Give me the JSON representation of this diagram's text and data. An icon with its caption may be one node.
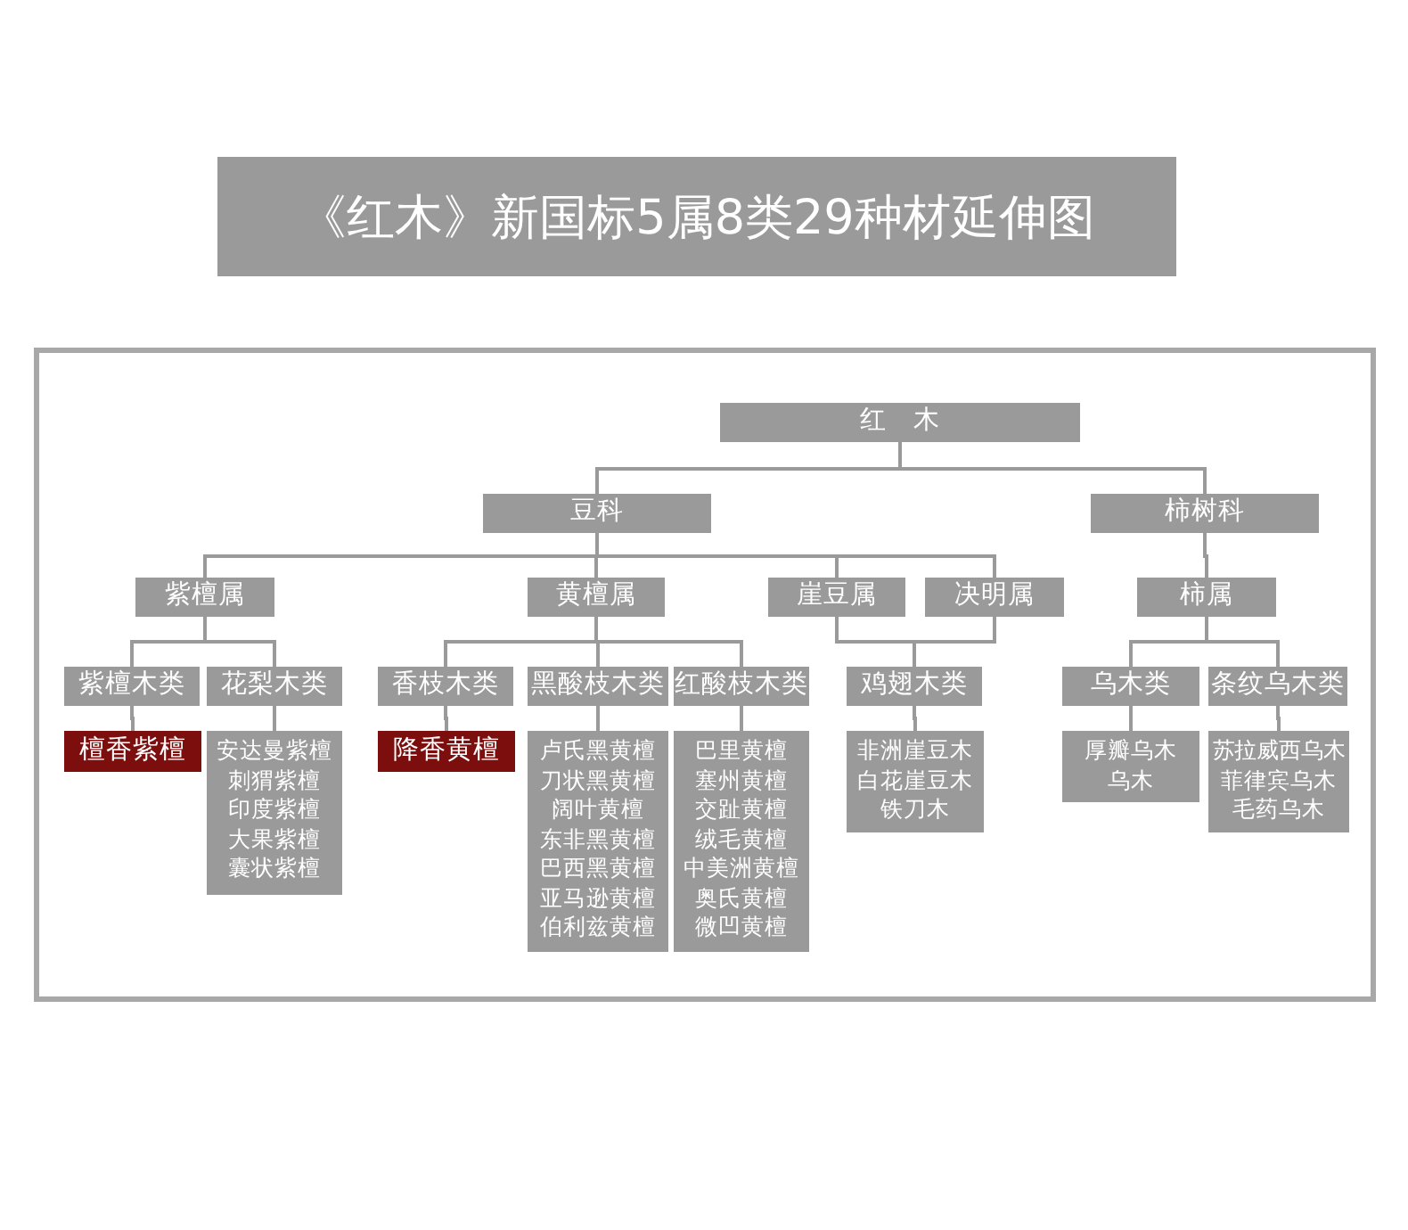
{
  "diagram": {
    "title": "《红木》新国标5属8类29种材延伸图",
    "nodes": [
      {
        "text": [
          "红　木"
        ]
      },
      {
        "text": [
          "豆科"
        ]
      },
      {
        "text": [
          "柿树科"
        ]
      },
      {
        "text": [
          "紫檀属"
        ]
      },
      {
        "text": [
          "黄檀属"
        ]
      },
      {
        "text": [
          "崖豆属"
        ]
      },
      {
        "text": [
          "决明属"
        ]
      },
      {
        "text": [
          "柿属"
        ]
      },
      {
        "text": [
          "紫檀木类"
        ]
      },
      {
        "text": [
          "花梨木类"
        ]
      },
      {
        "text": [
          "香枝木类"
        ]
      },
      {
        "text": [
          "黑酸枝木类"
        ]
      },
      {
        "text": [
          "红酸枝木类"
        ]
      },
      {
        "text": [
          "鸡翅木类"
        ]
      },
      {
        "text": [
          "乌木类"
        ]
      },
      {
        "text": [
          "条纹乌木类"
        ]
      },
      {
        "text": [
          "檀香紫檀"
        ]
      },
      {
        "text": [
          "安达曼紫檀",
          "刺猬紫檀",
          "印度紫檀",
          "大果紫檀",
          "囊状紫檀"
        ]
      },
      {
        "text": [
          "降香黄檀"
        ]
      },
      {
        "text": [
          "卢氏黑黄檀",
          "刀状黑黄檀",
          "阔叶黄檀",
          "东非黑黄檀",
          "巴西黑黄檀",
          "亚马逊黄檀",
          "伯利兹黄檀"
        ]
      },
      {
        "text": [
          "巴里黄檀",
          "塞州黄檀",
          "交趾黄檀",
          "绒毛黄檀",
          "中美洲黄檀",
          "奥氏黄檀",
          "微凹黄檀"
        ]
      },
      {
        "text": [
          "非洲崖豆木",
          "白花崖豆木",
          "铁刀木"
        ]
      },
      {
        "text": [
          "厚瓣乌木",
          "乌木"
        ]
      },
      {
        "text": [
          "苏拉威西乌木",
          "菲律宾乌木",
          "毛药乌木"
        ]
      }
    ],
    "edges": [
      {
        "from": 0,
        "to": 1,
        "arrow": "none"
      },
      {
        "from": 0,
        "to": 2,
        "arrow": "none"
      },
      {
        "from": 1,
        "to": 3,
        "arrow": "none"
      },
      {
        "from": 1,
        "to": 4,
        "arrow": "none"
      },
      {
        "from": 1,
        "to": 5,
        "arrow": "none"
      },
      {
        "from": 1,
        "to": 6,
        "arrow": "none"
      },
      {
        "from": 2,
        "to": 7,
        "arrow": "none"
      },
      {
        "from": 3,
        "to": 8,
        "arrow": "none"
      },
      {
        "from": 3,
        "to": 9,
        "arrow": "none"
      },
      {
        "from": 4,
        "to": 10,
        "arrow": "none"
      },
      {
        "from": 4,
        "to": 11,
        "arrow": "none"
      },
      {
        "from": 4,
        "to": 12,
        "arrow": "none"
      },
      {
        "from": 5,
        "to": 13,
        "arrow": "none"
      },
      {
        "from": 6,
        "to": 13,
        "arrow": "none"
      },
      {
        "from": 7,
        "to": 14,
        "arrow": "none"
      },
      {
        "from": 7,
        "to": 15,
        "arrow": "none"
      },
      {
        "from": 8,
        "to": 16,
        "arrow": "none"
      },
      {
        "from": 9,
        "to": 17,
        "arrow": "none"
      },
      {
        "from": 10,
        "to": 18,
        "arrow": "none"
      },
      {
        "from": 11,
        "to": 19,
        "arrow": "none"
      },
      {
        "from": 12,
        "to": 20,
        "arrow": "none"
      },
      {
        "from": 13,
        "to": 21,
        "arrow": "none"
      },
      {
        "from": 14,
        "to": 22,
        "arrow": "none"
      },
      {
        "from": 15,
        "to": 23,
        "arrow": "none"
      }
    ]
  }
}
